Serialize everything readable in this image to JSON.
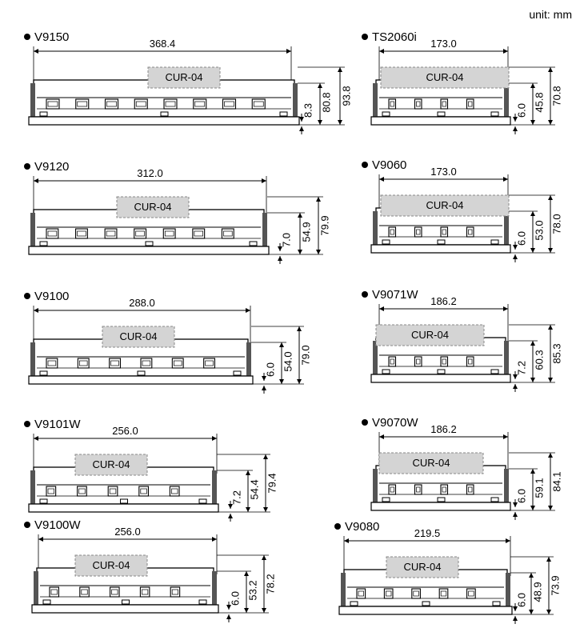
{
  "unit_label": "unit: mm",
  "module_label": "CUR-04",
  "colors": {
    "module_fill": "#d4d4d4",
    "module_border": "#888888",
    "line": "#000000"
  },
  "models": [
    {
      "name": "V9150",
      "width": "368.4",
      "heights": [
        "8.3",
        "80.8",
        "93.8"
      ]
    },
    {
      "name": "V9120",
      "width": "312.0",
      "heights": [
        "7.0",
        "54.9",
        "79.9"
      ]
    },
    {
      "name": "V9100",
      "width": "288.0",
      "heights": [
        "6.0",
        "54.0",
        "79.0"
      ]
    },
    {
      "name": "V9101W",
      "width": "256.0",
      "heights": [
        "7.2",
        "54.4",
        "79.4"
      ]
    },
    {
      "name": "V9100W",
      "width": "256.0",
      "heights": [
        "6.0",
        "53.2",
        "78.2"
      ]
    },
    {
      "name": "TS2060i",
      "width": "173.0",
      "heights": [
        "6.0",
        "45.8",
        "70.8"
      ]
    },
    {
      "name": "V9060",
      "width": "173.0",
      "heights": [
        "6.0",
        "53.0",
        "78.0"
      ]
    },
    {
      "name": "V9071W",
      "width": "186.2",
      "heights": [
        "7.2",
        "60.3",
        "85.3"
      ]
    },
    {
      "name": "V9070W",
      "width": "186.2",
      "heights": [
        "6.0",
        "59.1",
        "84.1"
      ]
    },
    {
      "name": "V9080",
      "width": "219.5",
      "heights": [
        "6.0",
        "48.9",
        "73.9"
      ]
    }
  ]
}
